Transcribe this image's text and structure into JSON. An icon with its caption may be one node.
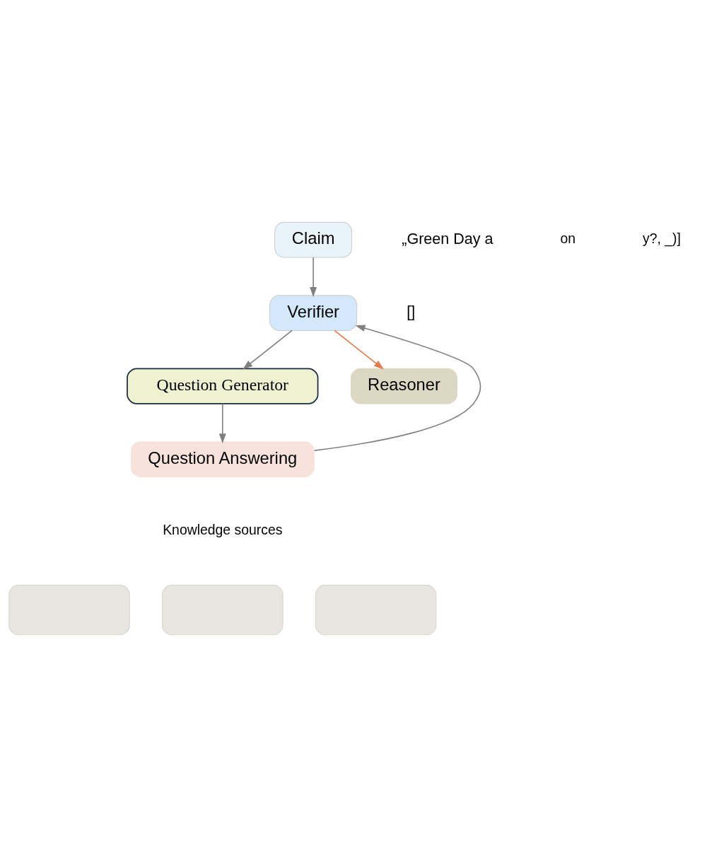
{
  "diagram": {
    "nodes": [
      {
        "text": [
          "Claim"
        ],
        "beside": [
          "„Green Day a"
        ]
      },
      {
        "text": [
          "Verifier"
        ],
        "beside": [
          "[]"
        ]
      },
      {
        "text": [
          "Question Generator"
        ]
      },
      {
        "text": [
          "Reasoner"
        ]
      },
      {
        "text": [
          "Question Answering"
        ]
      },
      {
        "text": [],
        "shape": "box"
      },
      {
        "text": [],
        "shape": "box"
      },
      {
        "text": [],
        "shape": "box"
      }
    ],
    "edges": [
      {
        "from": 0,
        "to": 1,
        "arrow": "to"
      },
      {
        "from": 1,
        "to": 3,
        "arrow": "to",
        "color": "#e07b4a"
      },
      {
        "from": 1,
        "to": 2,
        "arrow": "to"
      },
      {
        "from": 2,
        "to": 4,
        "arrow": "to"
      },
      {
        "from": 4,
        "to": 1,
        "arrow": "to"
      }
    ],
    "labels": [
      "on",
      "y?, _)]",
      "Knowledge sources"
    ]
  }
}
